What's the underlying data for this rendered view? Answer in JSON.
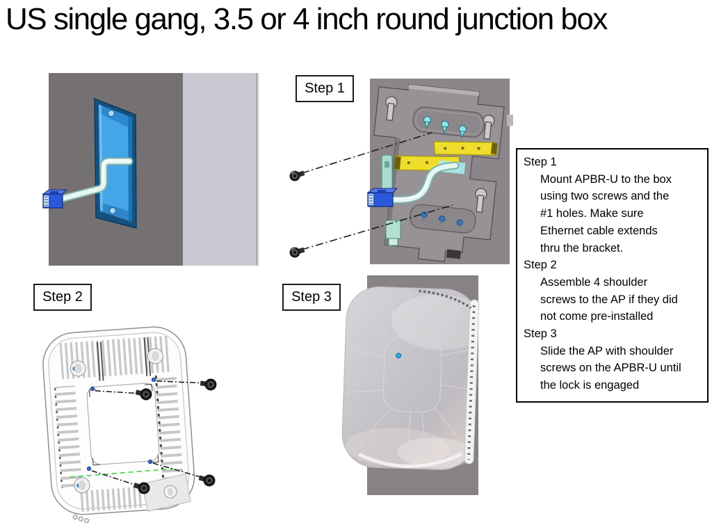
{
  "title": "US single gang, 3.5 or 4 inch round junction box",
  "step_tags": {
    "step1": "Step 1",
    "step2": "Step 2",
    "step3": "Step 3"
  },
  "instructions": {
    "steps": [
      {
        "title": "Step 1",
        "body": "Mount APBR-U to the box\nusing two screws and the\n#1 holes. Make sure\nEthernet cable extends\nthru the bracket."
      },
      {
        "title": "Step 2",
        "body": "Assemble 4 shoulder\nscrews to the AP if they did\nnot come pre-installed"
      },
      {
        "title": "Step 3",
        "body": "Slide the AP with shoulder\nscrews on the APBR-U until\nthe lock is engaged"
      }
    ]
  },
  "colors": {
    "wall_dark": "#757072",
    "wall_light": "#c9c9d2",
    "wall_mid": "#8b8689",
    "junction_box_blue": "#44a5e8",
    "cable_pale": "#e6f7f2",
    "connector_blue": "#2b58d8",
    "rail_yellow": "#eedd2d",
    "teardrop_cyan": "#8fe6ee",
    "green_dash": "#3bd23b",
    "led_blue": "#2ba8e2"
  }
}
